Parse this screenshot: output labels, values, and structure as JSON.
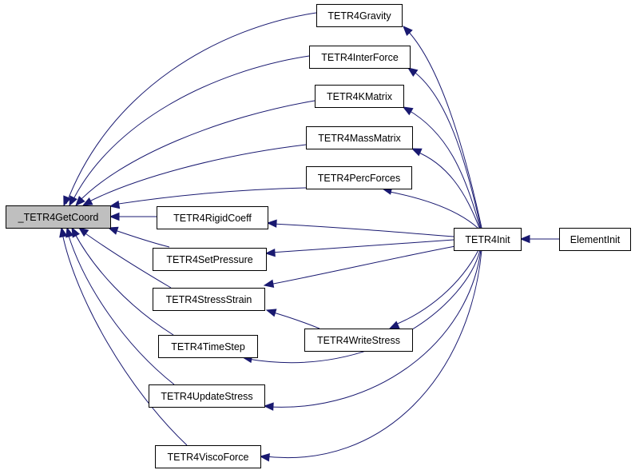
{
  "graph": {
    "colors": {
      "edge": "#191970",
      "root_fill": "#bfbfbf",
      "node_fill": "#ffffff",
      "node_border": "#000000"
    },
    "nodes": [
      {
        "id": "getcoord",
        "label": "_TETR4GetCoord",
        "root": true
      },
      {
        "id": "gravity",
        "label": "TETR4Gravity"
      },
      {
        "id": "interforce",
        "label": "TETR4InterForce"
      },
      {
        "id": "kmatrix",
        "label": "TETR4KMatrix"
      },
      {
        "id": "massmatrix",
        "label": "TETR4MassMatrix"
      },
      {
        "id": "percforces",
        "label": "TETR4PercForces"
      },
      {
        "id": "rigidcoeff",
        "label": "TETR4RigidCoeff"
      },
      {
        "id": "setpressure",
        "label": "TETR4SetPressure"
      },
      {
        "id": "stressstrain",
        "label": "TETR4StressStrain"
      },
      {
        "id": "writestress",
        "label": "TETR4WriteStress"
      },
      {
        "id": "timestep",
        "label": "TETR4TimeStep"
      },
      {
        "id": "updatestress",
        "label": "TETR4UpdateStress"
      },
      {
        "id": "viscoforce",
        "label": "TETR4ViscoForce"
      },
      {
        "id": "init",
        "label": "TETR4Init"
      },
      {
        "id": "elementinit",
        "label": "ElementInit"
      }
    ],
    "edges": [
      {
        "from": "gravity",
        "to": "getcoord"
      },
      {
        "from": "interforce",
        "to": "getcoord"
      },
      {
        "from": "kmatrix",
        "to": "getcoord"
      },
      {
        "from": "massmatrix",
        "to": "getcoord"
      },
      {
        "from": "percforces",
        "to": "getcoord"
      },
      {
        "from": "rigidcoeff",
        "to": "getcoord"
      },
      {
        "from": "setpressure",
        "to": "getcoord"
      },
      {
        "from": "stressstrain",
        "to": "getcoord"
      },
      {
        "from": "timestep",
        "to": "getcoord"
      },
      {
        "from": "updatestress",
        "to": "getcoord"
      },
      {
        "from": "viscoforce",
        "to": "getcoord"
      },
      {
        "from": "writestress",
        "to": "stressstrain"
      },
      {
        "from": "init",
        "to": "gravity"
      },
      {
        "from": "init",
        "to": "interforce"
      },
      {
        "from": "init",
        "to": "kmatrix"
      },
      {
        "from": "init",
        "to": "massmatrix"
      },
      {
        "from": "init",
        "to": "percforces"
      },
      {
        "from": "init",
        "to": "rigidcoeff"
      },
      {
        "from": "init",
        "to": "setpressure"
      },
      {
        "from": "init",
        "to": "stressstrain"
      },
      {
        "from": "init",
        "to": "writestress"
      },
      {
        "from": "init",
        "to": "timestep"
      },
      {
        "from": "init",
        "to": "updatestress"
      },
      {
        "from": "init",
        "to": "viscoforce"
      },
      {
        "from": "elementinit",
        "to": "init"
      }
    ]
  }
}
